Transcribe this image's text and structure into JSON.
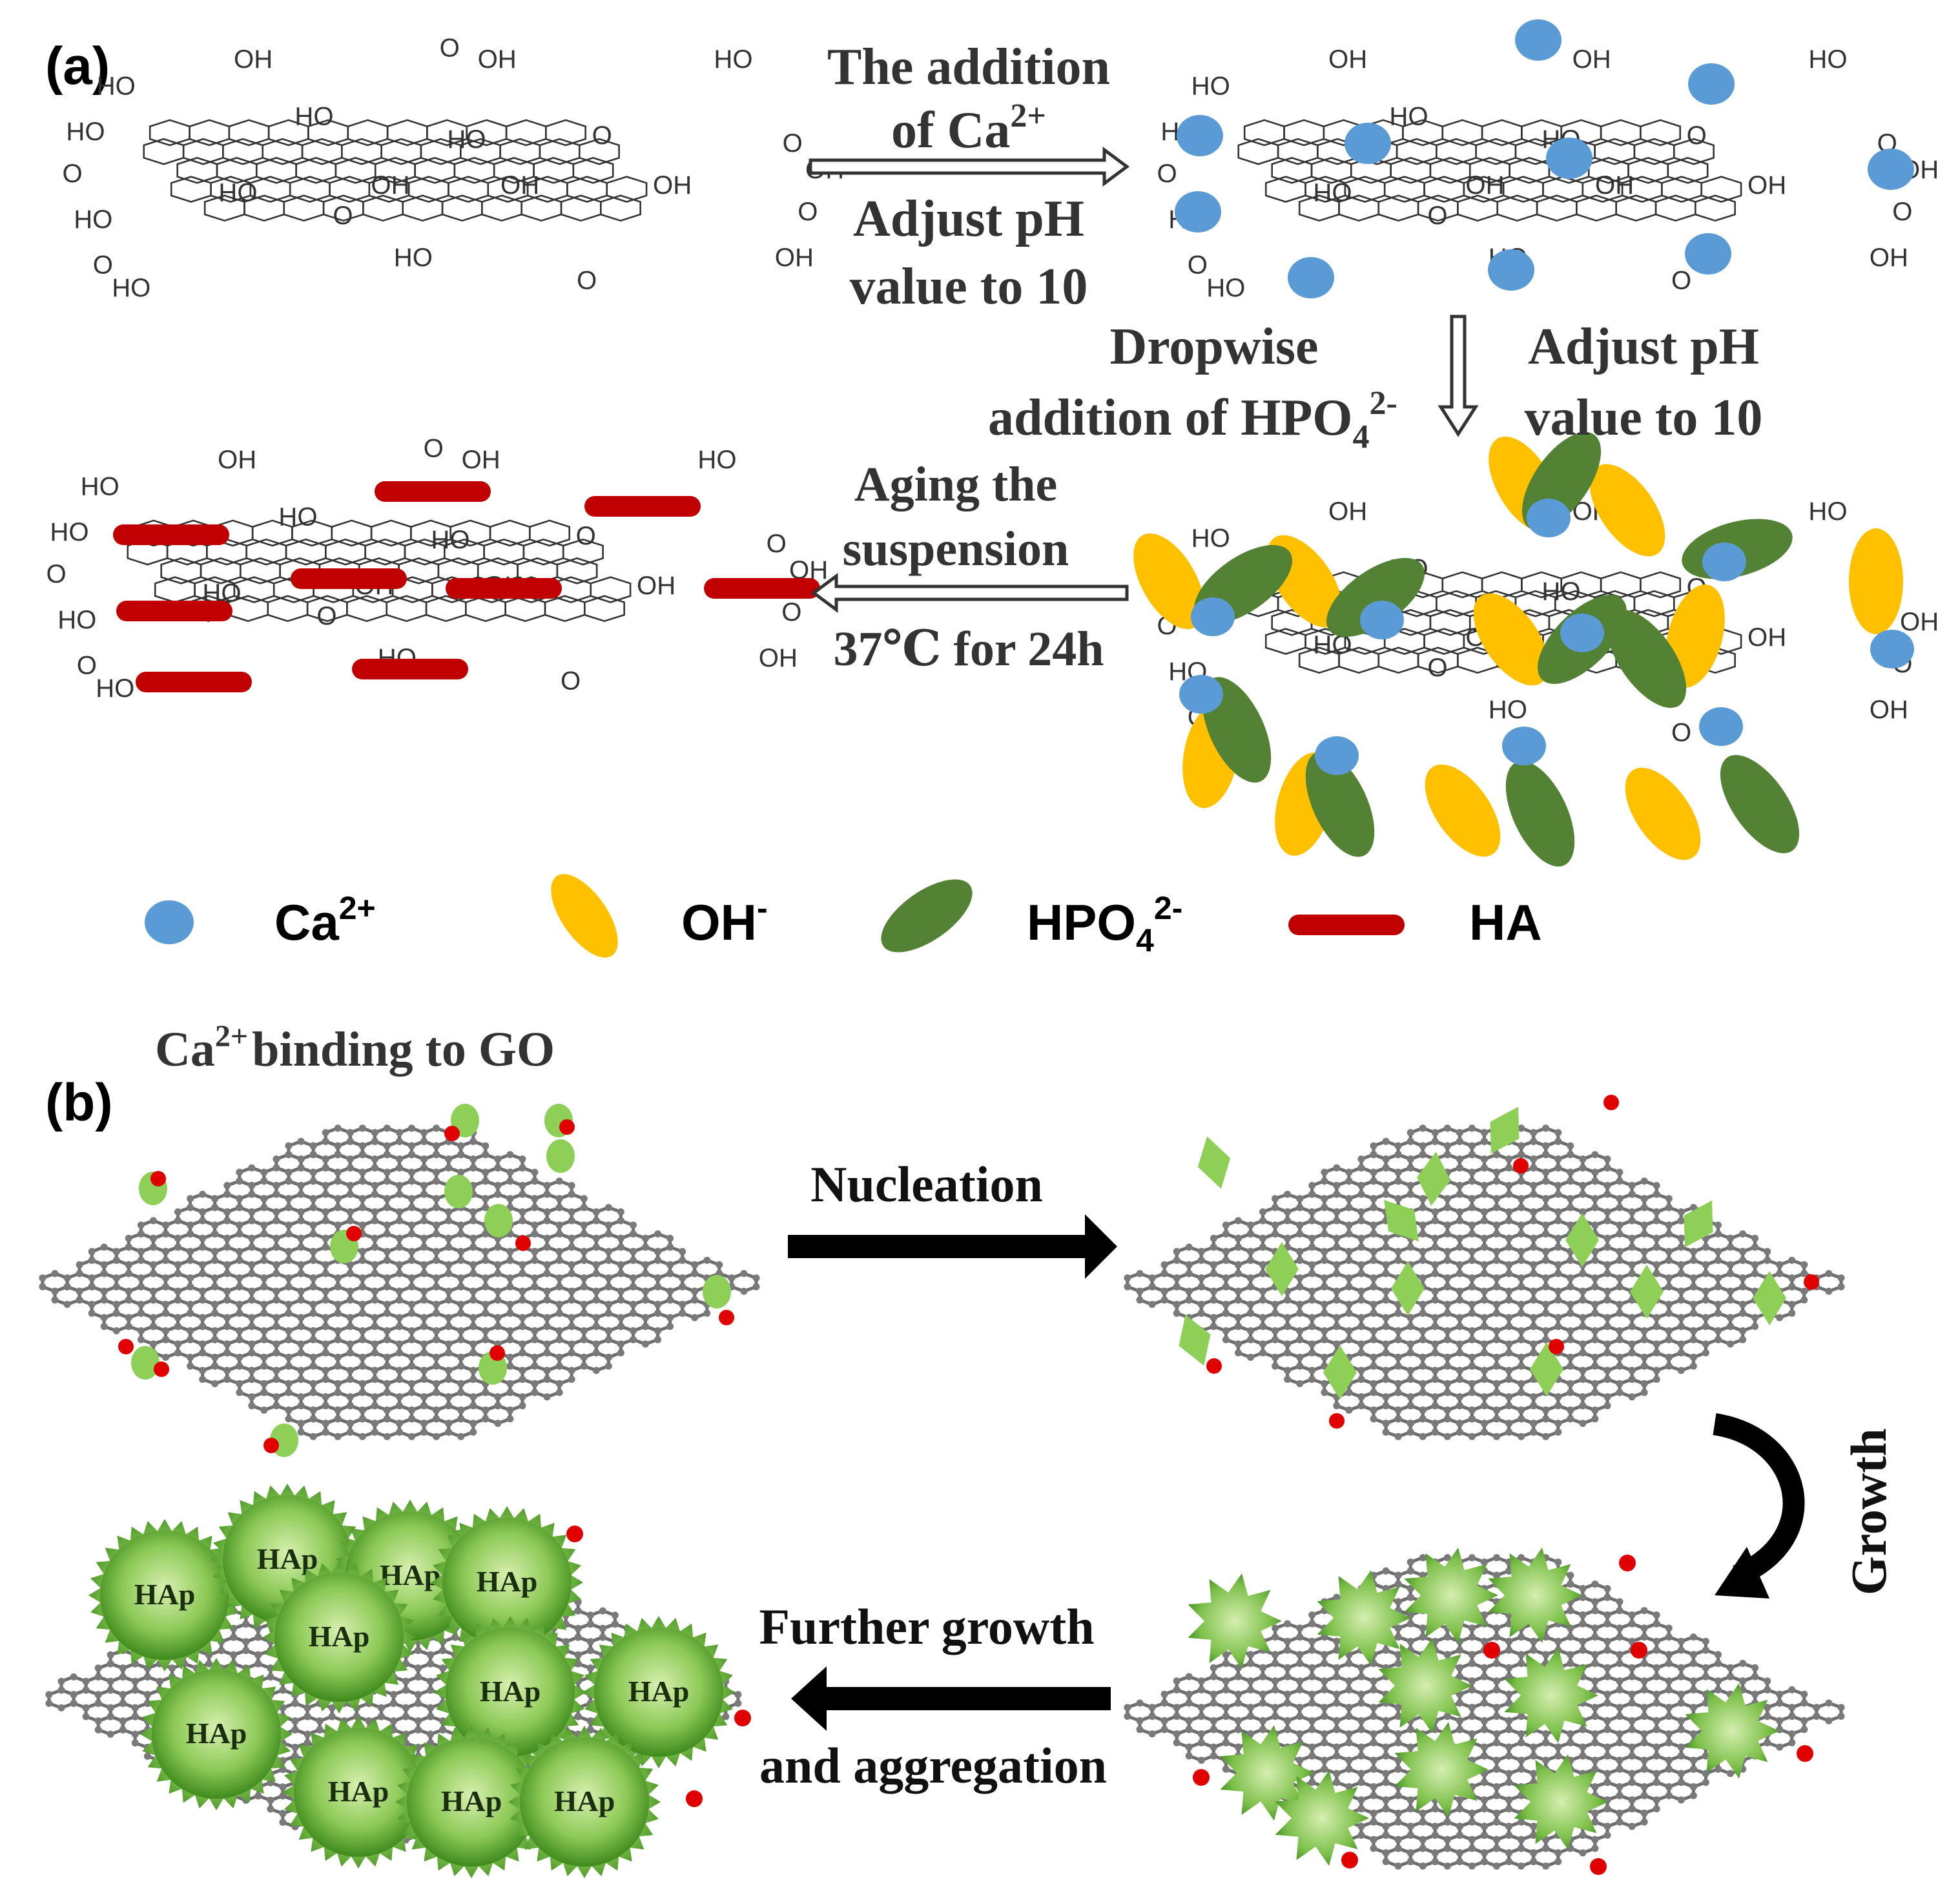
{
  "panel_a": {
    "label": "(a)",
    "step1": {
      "line1": "The addition",
      "line2_prefix": "of Ca",
      "line2_sup": "2+",
      "line3": "Adjust pH",
      "line4": "value to 10"
    },
    "step2": {
      "left1": "Dropwise",
      "left2_prefix": "addition of HPO",
      "left2_sub": "4",
      "left2_sup": "2-",
      "right1": "Adjust pH",
      "right2": "value to 10"
    },
    "step3": {
      "line1": "Aging the",
      "line2": "suspension",
      "line3": "37℃ for 24h"
    },
    "groups": {
      "oh": "OH",
      "ho": "HO",
      "o": "O"
    },
    "legend": [
      {
        "key": "ca",
        "label": "Ca",
        "sup": "2+",
        "color": "#5b9bd5"
      },
      {
        "key": "oh",
        "label": "OH",
        "sup": "-",
        "color": "#ffc000"
      },
      {
        "key": "hpo4",
        "label": "HPO",
        "sub": "4",
        "sup": "2-",
        "color": "#548235"
      },
      {
        "key": "ha",
        "label": "HA",
        "color": "#c00000"
      }
    ]
  },
  "panel_b": {
    "label": "(b)",
    "binding_title_prefix": "Ca",
    "binding_title_sup": "2+",
    "binding_title_suffix": "binding to GO",
    "nucleation": "Nucleation",
    "growth": "Growth",
    "further1": "Further growth",
    "further2": "and aggregation",
    "hap_labels": [
      "HAp",
      "HAp",
      "HAp",
      "HAp",
      "HAp",
      "HAp",
      "HAp",
      "HAp",
      "HAp",
      "HAp",
      "HAp"
    ],
    "colors": {
      "lattice": "#6e6e6e",
      "oxygen": "#e00000",
      "green": "#8ed057",
      "hap_center": "#c9e89a",
      "hap_edge": "#4d9a22"
    }
  }
}
